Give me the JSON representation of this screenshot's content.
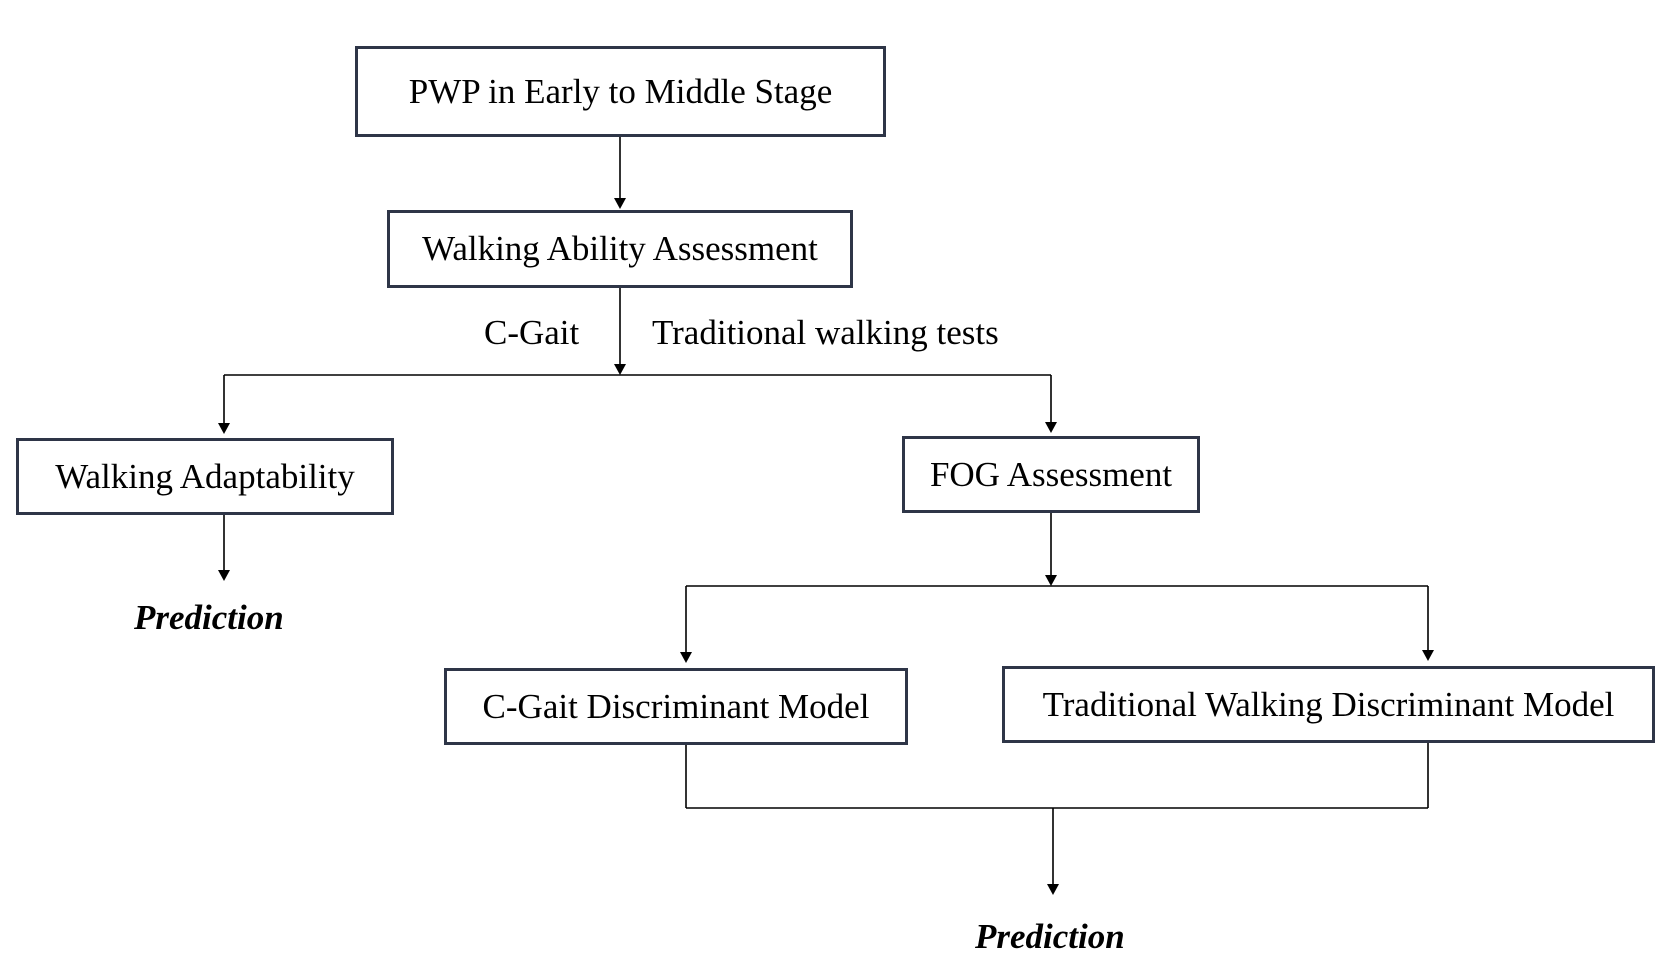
{
  "nodes": {
    "pwp": "PWP in Early to Middle Stage",
    "walking_ability": "Walking Ability Assessment",
    "walking_adaptability": "Walking Adaptability",
    "fog": "FOG Assessment",
    "cgait_model": "C-Gait Discriminant Model",
    "traditional_model": "Traditional Walking Discriminant Model"
  },
  "branch_labels": {
    "cgait": "C-Gait",
    "traditional": "Traditional walking tests"
  },
  "outcomes": {
    "left": "Prediction",
    "bottom": "Prediction"
  }
}
